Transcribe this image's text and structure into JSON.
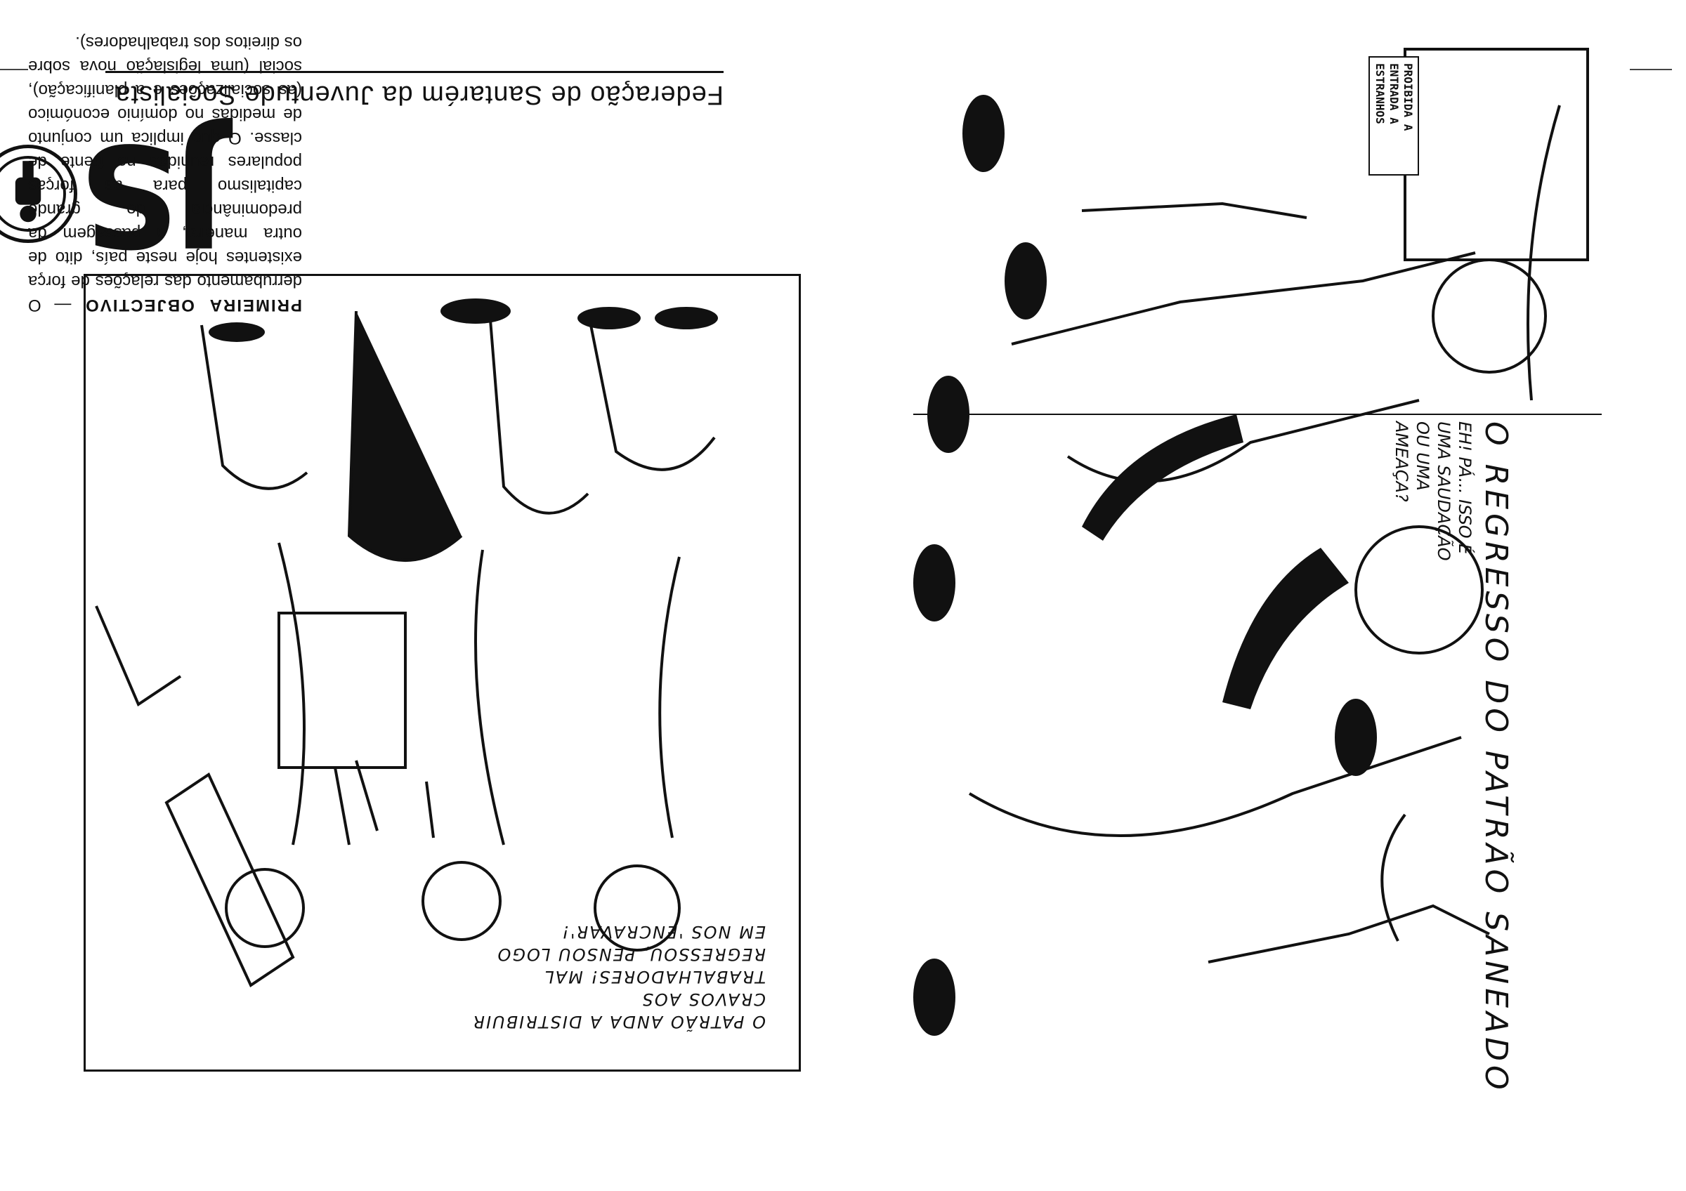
{
  "left_page": {
    "federation_title": "Federação de Santarém da Juventude Socialista",
    "logo_text": "JS",
    "article": {
      "lead": "PRIMEIRA OBJECTIVO",
      "body": "— O derrubamento das relações de força existentes hoje neste país, dito de outra maneira, a passagem da predominância do grande capitalismo para as forças populares reunidas na frente de classe. O que implica um conjunto de medidas no domínio económico (as socializações e a planificação), social (uma legislação nova sobre os direitos dos trabalhadores)."
    },
    "cartoon_caption": "O PATRÃO ANDA A DISTRIBUIR CRAVOS AOS TRABALHADORES! MAL REGRESSOU, PENSOU LOGO EM NOS 'ENCRAVAR'!"
  },
  "right_page": {
    "title": "O REGRESSO DO PATRÃO SANEADO",
    "speech_bubble": "EH! PÁ... ISSO É UMA SAUDAÇÃO OU UMA AMEAÇA?",
    "sign": "PROIBIDA A ENTRADA A ESTRANHOS"
  },
  "colors": {
    "ink": "#111111",
    "paper": "#ffffff"
  }
}
